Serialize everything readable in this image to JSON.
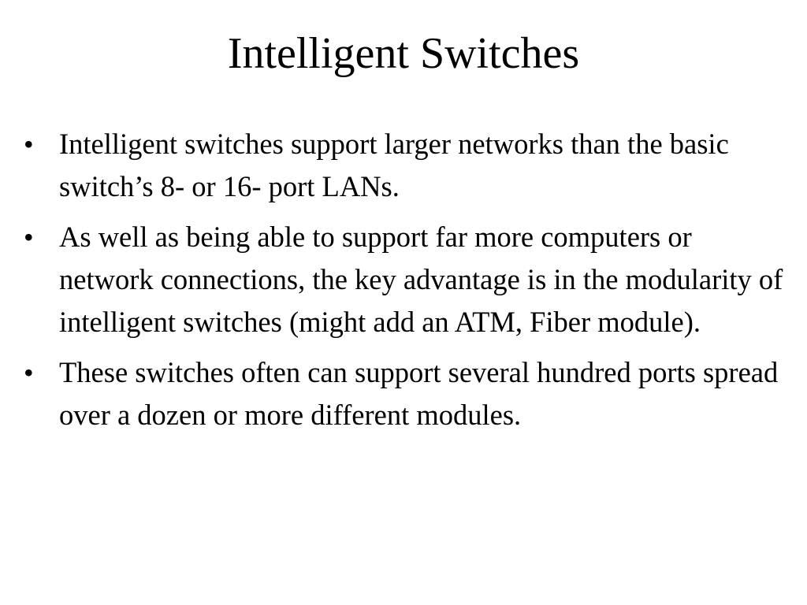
{
  "slide": {
    "title": "Intelligent Switches",
    "bullet_symbol": "•",
    "bullets": [
      {
        "text": "Intelligent switches support larger networks than the basic switch’s 8- or 16- port LANs."
      },
      {
        "text": "As well as being able to support far more computers or network connections, the key advantage is in the modularity of intelligent switches (might add an ATM, Fiber module)."
      },
      {
        "text": "These switches often can support several hundred ports spread over a dozen or more different modules."
      }
    ]
  }
}
